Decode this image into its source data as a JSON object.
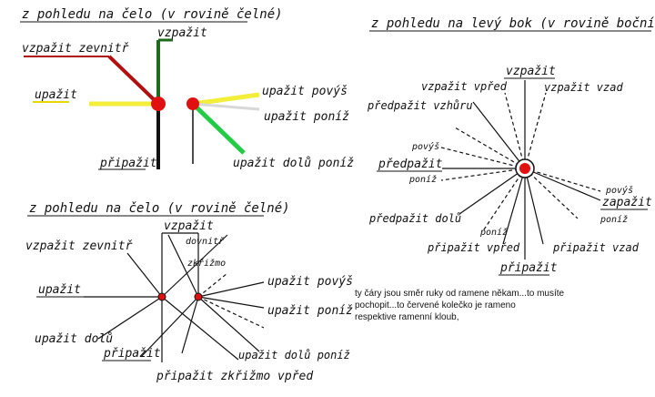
{
  "panel1": {
    "title": "z pohledu na čelo (v rovině čelné)",
    "labels": {
      "vzpazit": "vzpažit",
      "vzpazit_zevnitr": "vzpažit zevnitř",
      "upazit": "upažit",
      "upazit_povys": "upažit povýš",
      "upazit_poniz": "upažit poníž",
      "pripazit": "připažit",
      "upazit_dolu_poniz": "upažit dolů poníž"
    },
    "colors": {
      "vzpazit": "#1e6b1e",
      "vzpazit_zevnitr": "#b01010",
      "upazit": "#f2ee3a",
      "upazit_povys": "#f2ee3a",
      "upazit_poniz": "#e8e8e8",
      "upazit_dolu_poniz": "#22cc44",
      "shoulder": "#e01010"
    }
  },
  "panel2": {
    "title": "z pohledu na levý bok (v rovině boční)",
    "labels": {
      "vzpazit": "vzpažit",
      "vzpazit_vpred": "vzpažit vpřed",
      "vzpazit_vzad": "vzpažit vzad",
      "predpazit_vzhuru": "předpažit vzhůru",
      "povys_left": "povýš",
      "predpazit": "předpažit",
      "poniz_left": "poníž",
      "predpazit_dolu": "předpažit dolů",
      "poniz_bottom": "poníž",
      "pripazit_vpred": "připažit vpřed",
      "pripazit": "připažit",
      "pripazit_vzad": "připažit vzad",
      "povys_right": "povýš",
      "zapazit": "zapažit",
      "poniz_right": "poníž"
    },
    "colors": {
      "shoulder": "#e01010"
    }
  },
  "panel3": {
    "title": "z pohledu na čelo (v rovině čelné)",
    "labels": {
      "vzpazit": "vzpažit",
      "dovnitr": "dovnitř",
      "zkrizmo": "zkřižmo",
      "vzpazit_zevnitr": "vzpažit zevnitř",
      "upazit": "upažit",
      "upazit_povys": "upažit povýš",
      "upazit_poniz": "upažit poníž",
      "upazit_dolu": "upažit dolů",
      "pripazit": "připažit",
      "upazit_dolu_poniz": "upažit dolů poníž",
      "pripazit_zkrizmo_vpred": "připažit zkřižmo vpřed"
    },
    "colors": {
      "shoulder": "#e01010"
    }
  },
  "note": {
    "line1": "ty čáry jsou směr ruky od ramene  někam...to musíte",
    "line2": "pochopit...to červené kolečko je rameno",
    "line3": " respektive ramenní kloub,"
  }
}
